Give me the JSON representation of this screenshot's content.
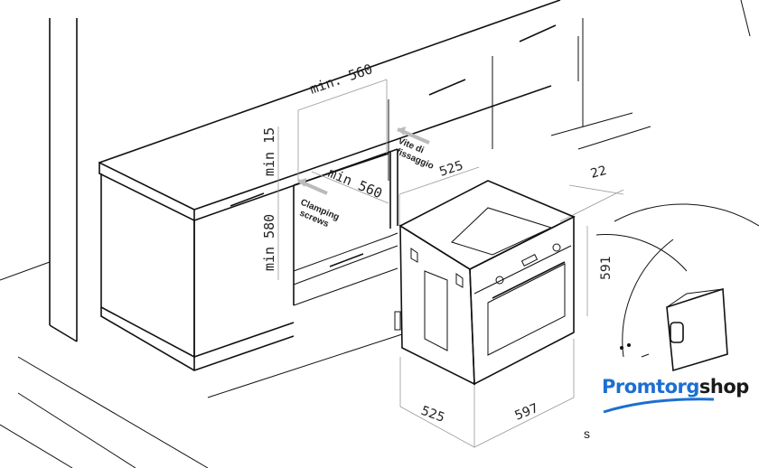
{
  "labels": {
    "top_width": "min. 560",
    "top_gap": "min 15",
    "niche_height": "min 580",
    "niche_depth": "min 560",
    "clamping_screws": [
      "Clamping",
      "screws"
    ],
    "vite_fissaggio": [
      "Vite di",
      "fissaggio"
    ],
    "oven_depth_top": "525",
    "panel_thickness": "22",
    "oven_height": "591",
    "oven_depth_bottom": "525",
    "oven_width": "597"
  },
  "logo": {
    "part1": "Promtorg",
    "part2": "shop",
    "color": "#1c6fd1"
  },
  "partial_text": "s"
}
